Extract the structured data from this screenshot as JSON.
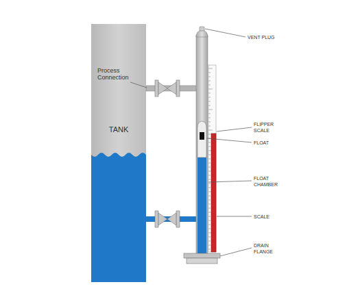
{
  "diagram": {
    "nodes": [
      {
        "text": [
          "TANK"
        ]
      }
    ],
    "labels": [
      "Process Connection",
      "VENT PLUG",
      "FLIPPER SCALE",
      "FLOAT",
      "FLOAT CHAMBER",
      "SCALE",
      "DRAIN FLANGE"
    ]
  }
}
